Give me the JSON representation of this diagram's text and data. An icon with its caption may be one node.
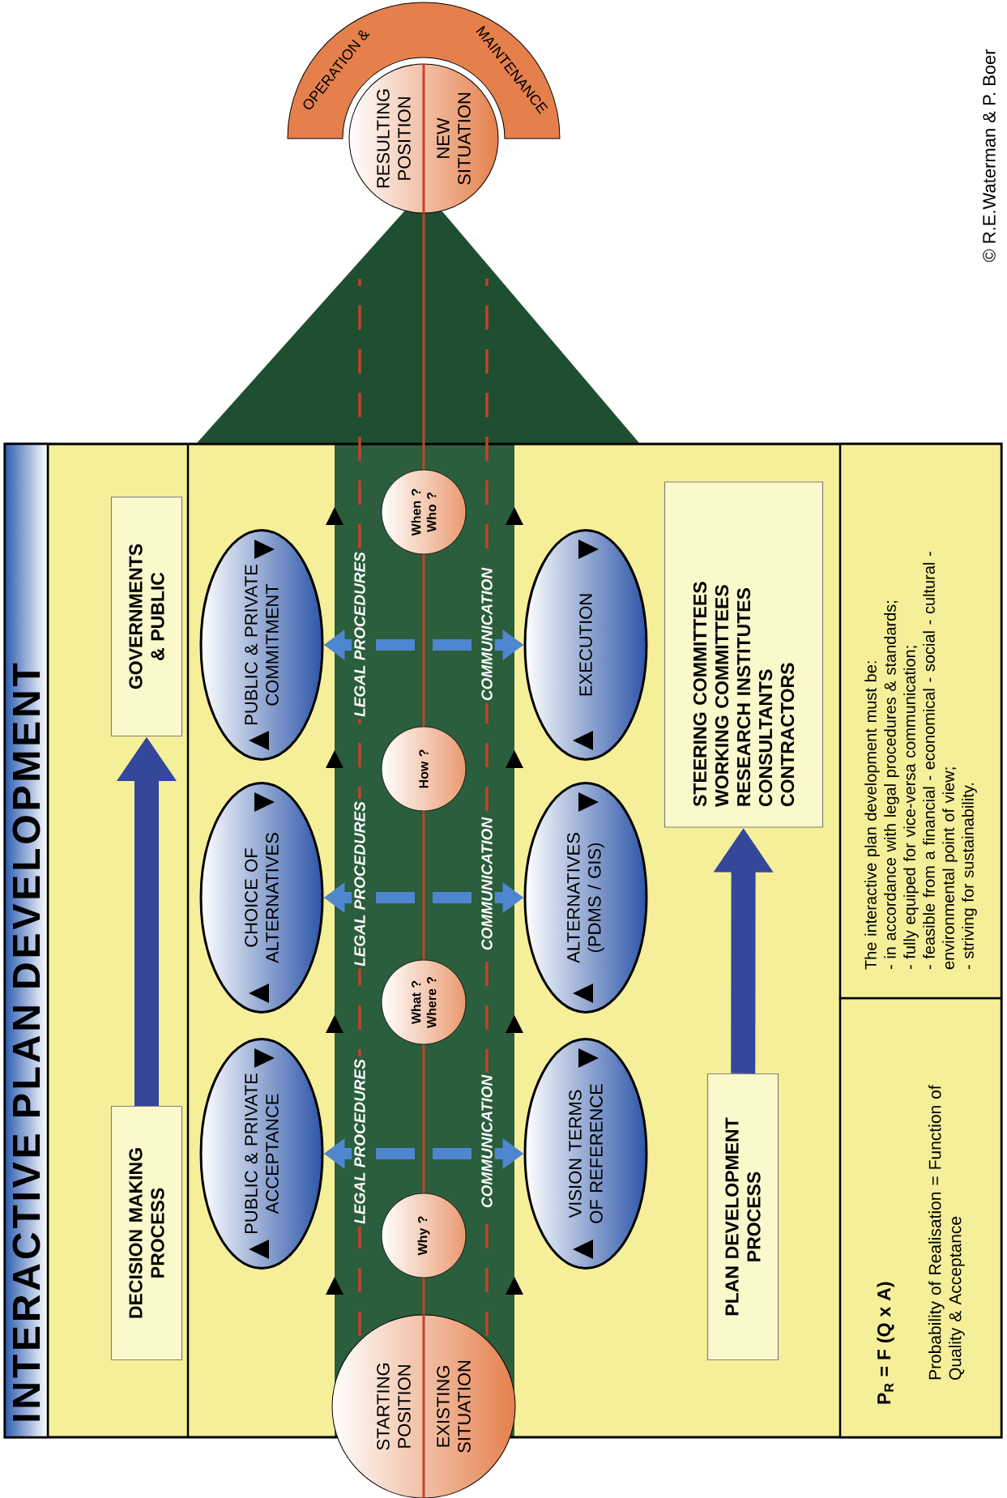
{
  "diagram": {
    "title": "INTERACTIVE PLAN DEVELOPMENT",
    "nodes": [
      {
        "text": [
          "DECISION MAKING PROCESS"
        ]
      },
      {
        "text": [
          "GOVERNMENTS & PUBLIC"
        ]
      },
      {
        "text": [
          "PUBLIC & PRIVATE ACCEPTANCE"
        ]
      },
      {
        "text": [
          "CHOICE OF ALTERNATIVES"
        ]
      },
      {
        "text": [
          "PUBLIC & PRIVATE COMMITMENT"
        ]
      },
      {
        "text": [
          "STARTING POSITION",
          "EXISTING SITUATION"
        ]
      },
      {
        "text": [
          "Why ?"
        ]
      },
      {
        "text": [
          "What ? Where ?"
        ]
      },
      {
        "text": [
          "How ?"
        ]
      },
      {
        "text": [
          "When ? Who ?"
        ]
      },
      {
        "text": [
          "RESULTING POSITION",
          "NEW SITUATION"
        ]
      },
      {
        "text": [
          "OPERATION &",
          "MAINTENANCE"
        ]
      },
      {
        "text": [
          "VISION TERMS OF REFERENCE"
        ]
      },
      {
        "text": [
          "ALTERNATIVES (PDMS / GIS)"
        ]
      },
      {
        "text": [
          "EXECUTION"
        ]
      },
      {
        "text": [
          "PLAN DEVELOPMENT PROCESS"
        ]
      },
      {
        "text": [
          "STEERING COMMITTEES",
          "WORKING COMMITTEES",
          "RESEARCH INSTITUTES",
          "CONSULTANTS",
          "CONTRACTORS"
        ]
      },
      {
        "text": [
          "P$_{R}$ = F (Q x A)",
          "Probability of Realisation = Function of Quality & Acceptance"
        ]
      },
      {
        "text": [
          "The interactive plan development must be:",
          "- in accordance with legal procedures & standards;",
          "- fully equiped for vice-versa communication;",
          "- feasible from a financial - economical - social - cultural - environmental point of view;",
          "- striving for sustainability."
        ]
      }
    ],
    "edges": [
      {
        "from": 0,
        "to": 1,
        "arrow": "to",
        "style": "thick",
        "color": "#34479a"
      },
      {
        "from": 15,
        "to": 16,
        "arrow": "to",
        "style": "thick",
        "color": "#34479a"
      },
      {
        "from": null,
        "to": 2,
        "arrow": "to",
        "style": "dashed",
        "color": "#4f86d0"
      },
      {
        "from": null,
        "to": 3,
        "arrow": "to",
        "style": "dashed",
        "color": "#4f86d0"
      },
      {
        "from": null,
        "to": 4,
        "arrow": "to",
        "style": "dashed",
        "color": "#4f86d0"
      },
      {
        "from": null,
        "to": 12,
        "arrow": "to",
        "style": "dashed",
        "color": "#4f86d0"
      },
      {
        "from": null,
        "to": 13,
        "arrow": "to",
        "style": "dashed",
        "color": "#4f86d0"
      },
      {
        "from": null,
        "to": 14,
        "arrow": "to",
        "style": "dashed",
        "color": "#4f86d0"
      },
      {
        "from": 5,
        "to": 6,
        "arrow": "none",
        "color": "#c1432c"
      },
      {
        "from": 6,
        "to": 7,
        "arrow": "none",
        "color": "#c1432c"
      },
      {
        "from": 7,
        "to": 8,
        "arrow": "none",
        "color": "#c1432c"
      },
      {
        "from": 8,
        "to": 9,
        "arrow": "none",
        "color": "#c1432c"
      },
      {
        "from": 9,
        "to": 10,
        "arrow": "none",
        "color": "#c1432c"
      }
    ],
    "labels": [
      "LEGAL PROCEDURES",
      "LEGAL PROCEDURES",
      "LEGAL PROCEDURES",
      "COMMUNICATION",
      "COMMUNICATION",
      "COMMUNICATION",
      "© R.E.Waterman & P. Boer"
    ]
  }
}
